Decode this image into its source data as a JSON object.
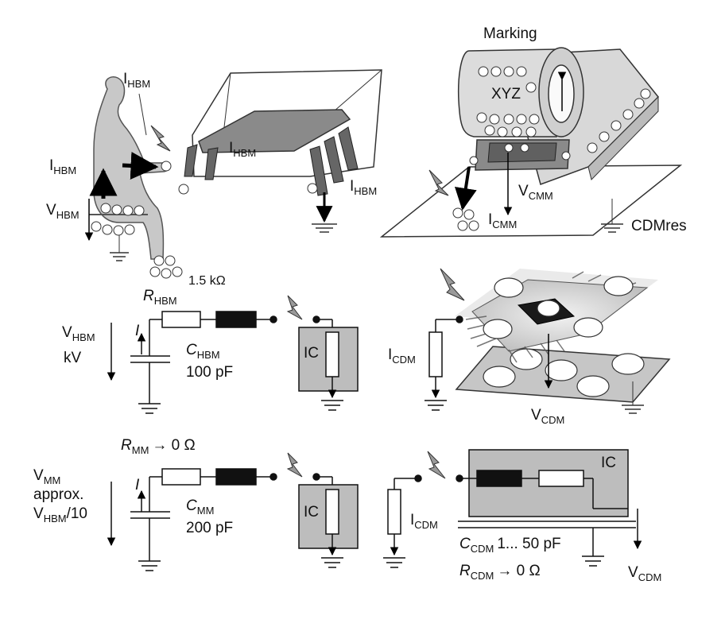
{
  "hbm_model": {
    "i_hbm_label": "I",
    "i_hbm_sub": "HBM",
    "v_hbm_label": "V",
    "v_hbm_sub": "HBM",
    "resistor_value": "1.5 kΩ"
  },
  "cdm_model": {
    "marking_label": "Marking",
    "package_text": "XYZ",
    "v_cmm_label": "V",
    "v_cmm_sub": "CMM",
    "i_cmm_label": "I",
    "i_cmm_sub": "CMM",
    "cdmres_label": "CDMres"
  },
  "hbm_circuit": {
    "r_label": "R",
    "r_sub": "HBM",
    "v_label": "V",
    "v_sub": "HBM",
    "kv_label": "kV",
    "i_label": "I",
    "c_label": "C",
    "c_sub": "HBM",
    "c_value": "100 pF",
    "ic_label": "IC"
  },
  "cdm_circuit_top": {
    "i_label": "I",
    "i_sub": "CDM",
    "v_label": "V",
    "v_sub": "CDM"
  },
  "mm_circuit": {
    "r_label": "R",
    "r_sub": "MM",
    "r_value": "→ 0 Ω",
    "v_label": "V",
    "v_sub": "MM",
    "approx_label": "approx.",
    "v_hbm_div": "V",
    "v_hbm_div_sub": "HBM",
    "v_hbm_div_tail": "/10",
    "i_label": "I",
    "c_label": "C",
    "c_sub": "MM",
    "c_value": "200 pF",
    "ic_label": "IC"
  },
  "cdm_circuit_bottom": {
    "ic_label": "IC",
    "i_label": "I",
    "i_sub": "CDM",
    "c_label": "C",
    "c_sub": "CDM",
    "c_value": "1... 50 pF",
    "r_label": "R",
    "r_sub": "CDM",
    "r_value": "→ 0 Ω",
    "v_label": "V",
    "v_sub": "CDM"
  }
}
